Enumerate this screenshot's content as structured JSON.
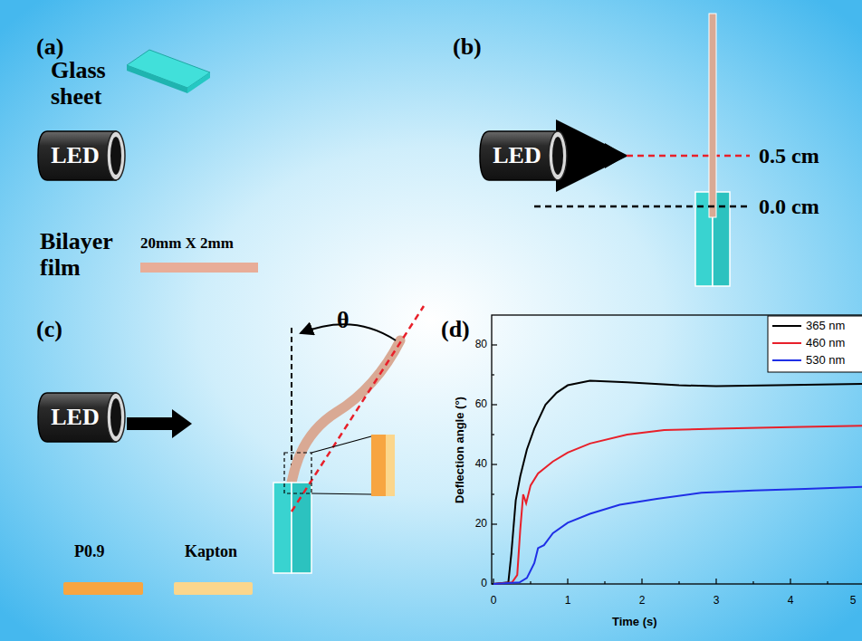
{
  "diagram": {
    "nodes": [
      {
        "text": [
          "LED"
        ]
      },
      {
        "text": [
          "LED"
        ]
      },
      {
        "text": [
          "LED"
        ]
      }
    ],
    "labels": [
      "(a)",
      "Glass sheet",
      "Bilayer film",
      "20mm X 2mm",
      "(b)",
      "0.5 cm",
      "0.0 cm",
      "(c)",
      "θ",
      "(d)",
      "P0.9",
      "Kapton",
      "80",
      "60",
      "40",
      "20",
      "0",
      "Deflection angle (°)",
      "0",
      "1",
      "2",
      "3",
      "4",
      "5",
      "Time (s)"
    ],
    "legend": [
      {
        "text": "365 nm",
        "color": "#000000"
      },
      {
        "text": "460 nm",
        "color": "#e8202a"
      },
      {
        "text": "530 nm",
        "color": "#1f2fe6"
      }
    ]
  }
}
